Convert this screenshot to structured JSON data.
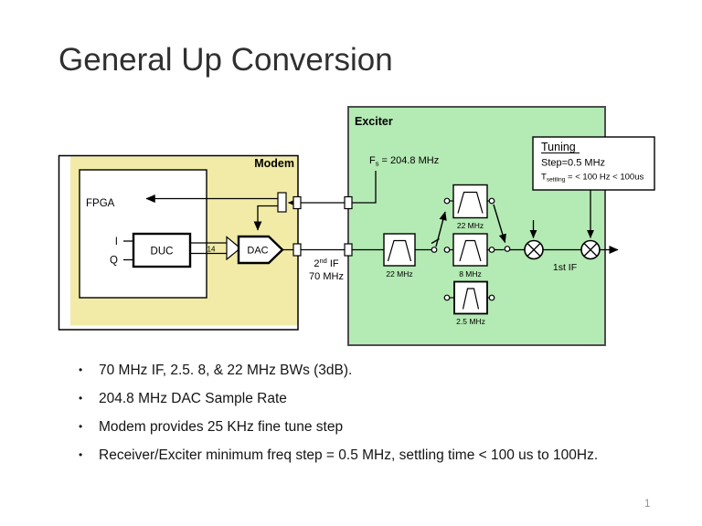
{
  "slide": {
    "title": "General Up Conversion",
    "page_number": "1",
    "bullet_char": "•"
  },
  "diagram": {
    "colors": {
      "modem_fill": "#F2EBA7",
      "exciter_fill": "#B4EAB4",
      "exciter_border": "#4d4d4d"
    },
    "modem": {
      "label": "Modem",
      "fpga_label": "FPGA",
      "duc_label": "DUC",
      "dac_label": "DAC",
      "i_label": "I",
      "q_label": "Q",
      "bus_width": "14"
    },
    "exciter": {
      "label": "Exciter",
      "fs_prefix": "F",
      "fs_sub": "s",
      "fs_rest": " = 204.8 MHz",
      "filters": [
        {
          "label": "22 MHz"
        },
        {
          "label": "22 MHz"
        },
        {
          "label": "8 MHz"
        },
        {
          "label": "2.5 MHz"
        }
      ],
      "first_if_label": "1st IF"
    },
    "interface": {
      "second_if_num": "2",
      "second_if_sup": "nd",
      "second_if_rest": " IF",
      "second_if_freq": "70 MHz"
    },
    "tuning": {
      "title": "Tuning",
      "step": "Step=0.5 MHz",
      "settling_prefix": "T",
      "settling_sub": "settling",
      "settling_rest": " = < 100 Hz < 100us"
    }
  },
  "bullets": [
    "70 MHz IF, 2.5. 8, & 22 MHz BWs (3dB).",
    "204.8 MHz DAC Sample Rate",
    "Modem provides 25 KHz fine tune step",
    "Receiver/Exciter minimum freq step = 0.5 MHz, settling time < 100 us to 100Hz."
  ]
}
